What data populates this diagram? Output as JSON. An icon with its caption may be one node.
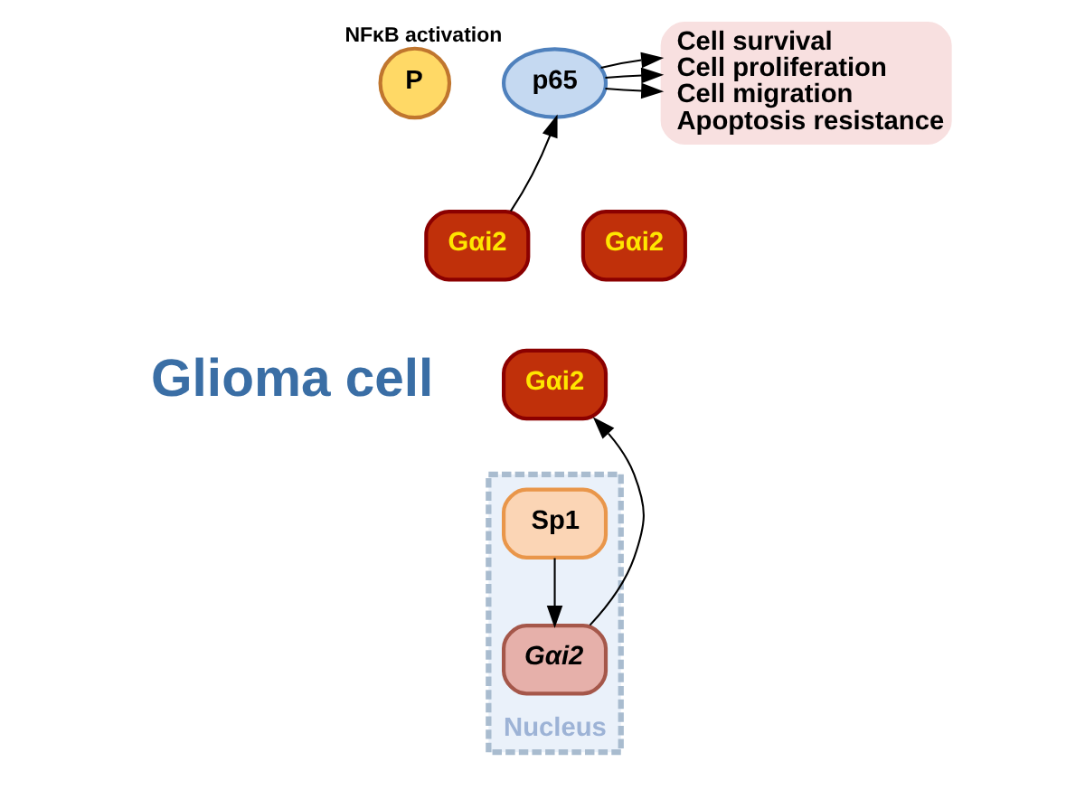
{
  "diagram": {
    "nodes": [
      {
        "text": [
          "Gαi2"
        ]
      },
      {
        "text": [
          "Gαi2"
        ]
      },
      {
        "text": [
          "Gαi2"
        ]
      },
      {
        "text": [
          "p65"
        ],
        "beside": [
          "NFκB activation"
        ]
      },
      {
        "text": [
          "P"
        ]
      },
      {
        "text": [
          "Cell survival",
          "Cell proliferation",
          "Cell migration",
          "Apoptosis resistance"
        ]
      },
      {
        "text": [
          "Nucleus"
        ]
      },
      {
        "text": [
          "Sp1"
        ],
        "in": 6
      },
      {
        "text": [
          "Gαi2"
        ],
        "in": 6
      }
    ],
    "edges": [
      {
        "from": 0,
        "to": 3,
        "arrow": "to"
      },
      {
        "from": 3,
        "to": 5,
        "arrow": "to"
      },
      {
        "from": 3,
        "to": 5,
        "arrow": "to"
      },
      {
        "from": 3,
        "to": 5,
        "arrow": "to"
      },
      {
        "from": 7,
        "to": 8,
        "arrow": "to"
      },
      {
        "from": 8,
        "to": 2,
        "arrow": "to"
      }
    ],
    "labels": [
      "Glioma cell"
    ]
  }
}
